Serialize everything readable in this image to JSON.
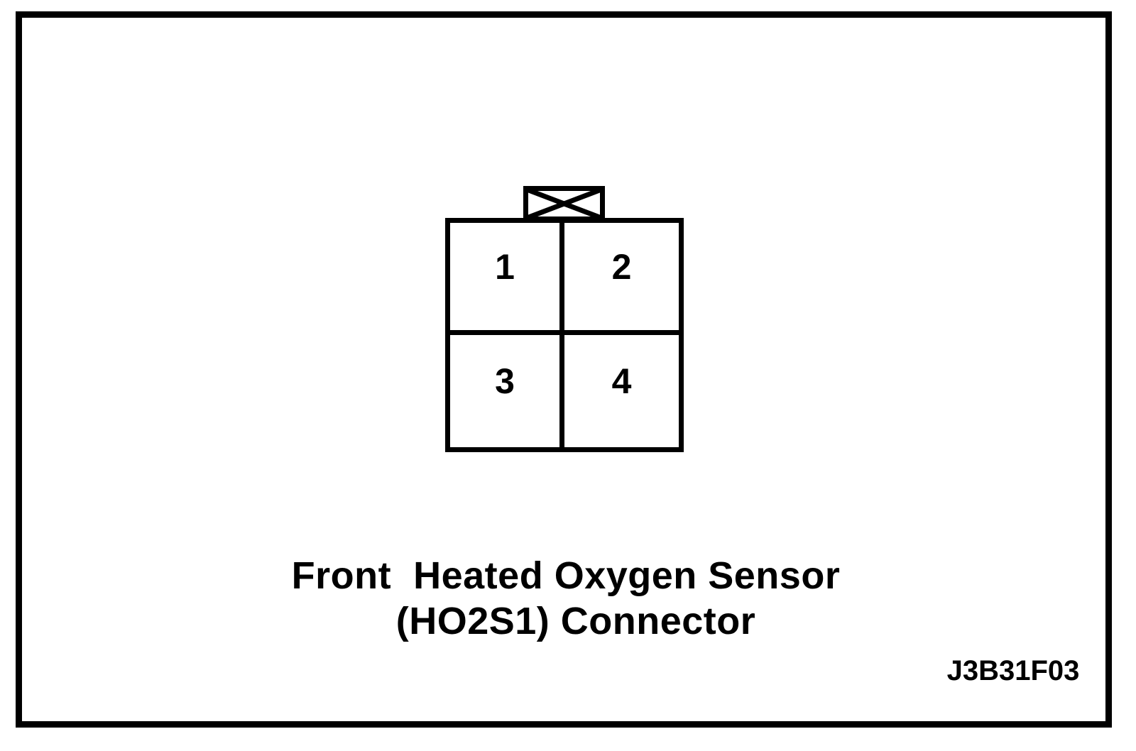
{
  "page": {
    "paper_color": "#ffffff",
    "ink_color": "#000000"
  },
  "figure": {
    "connector": {
      "pins": [
        "1",
        "2",
        "3",
        "4"
      ],
      "keyway_icon": "bowtie-keyway"
    },
    "caption": {
      "line1": "Front  Heated Oxygen Sensor",
      "line2": "(HO2S1) Connector"
    },
    "figure_code": "J3B31F03"
  }
}
